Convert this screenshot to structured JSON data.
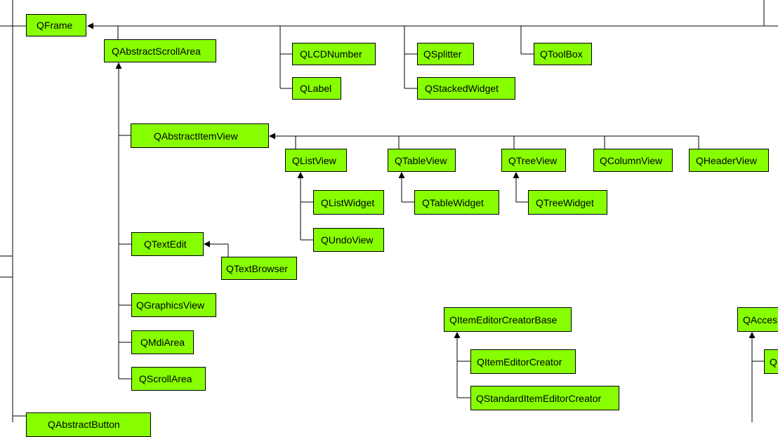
{
  "colors": {
    "node_fill": "#88ff00",
    "border": "#000000",
    "background": "#ffffff"
  },
  "nodes": {
    "qframe": "QFrame",
    "qabstractscrollarea": "QAbstractScrollArea",
    "qlcdnumber": "QLCDNumber",
    "qlabel": "QLabel",
    "qsplitter": "QSplitter",
    "qstackedwidget": "QStackedWidget",
    "qtoolbox": "QToolBox",
    "qabstractitemview": "QAbstractItemView",
    "qlistview": "QListView",
    "qtableview": "QTableView",
    "qtreeview": "QTreeView",
    "qcolumnview": "QColumnView",
    "qheaderview": "QHeaderView",
    "qlistwidget": "QListWidget",
    "qundoview": "QUndoView",
    "qtablewidget": "QTableWidget",
    "qtreewidget": "QTreeWidget",
    "qtextedit": "QTextEdit",
    "qtextbrowser": "QTextBrowser",
    "qgraphicsview": "QGraphicsView",
    "qmdiarea": "QMdiArea",
    "qscrollarea": "QScrollArea",
    "qitemeditorcreatorbase": "QItemEditorCreatorBase",
    "qitemeditorcreator": "QItemEditorCreator",
    "qstandarditemeditorcreator": "QStandardItemEditorCreator",
    "qaccess": "QAcces",
    "qaccess_child": "Q",
    "qabstractbutton": "QAbstractButton"
  },
  "edges": [
    {
      "from": "qabstractscrollarea",
      "to": "qframe"
    },
    {
      "from": "qlcdnumber",
      "to": "qframe"
    },
    {
      "from": "qlabel",
      "to": "qframe"
    },
    {
      "from": "qsplitter",
      "to": "qframe"
    },
    {
      "from": "qstackedwidget",
      "to": "qframe"
    },
    {
      "from": "qtoolbox",
      "to": "qframe"
    },
    {
      "from": "qabstractitemview",
      "to": "qabstractscrollarea"
    },
    {
      "from": "qtextedit",
      "to": "qabstractscrollarea"
    },
    {
      "from": "qgraphicsview",
      "to": "qabstractscrollarea"
    },
    {
      "from": "qmdiarea",
      "to": "qabstractscrollarea"
    },
    {
      "from": "qscrollarea",
      "to": "qabstractscrollarea"
    },
    {
      "from": "qlistview",
      "to": "qabstractitemview"
    },
    {
      "from": "qtableview",
      "to": "qabstractitemview"
    },
    {
      "from": "qtreeview",
      "to": "qabstractitemview"
    },
    {
      "from": "qcolumnview",
      "to": "qabstractitemview"
    },
    {
      "from": "qheaderview",
      "to": "qabstractitemview"
    },
    {
      "from": "qlistwidget",
      "to": "qlistview"
    },
    {
      "from": "qundoview",
      "to": "qlistview"
    },
    {
      "from": "qtablewidget",
      "to": "qtableview"
    },
    {
      "from": "qtreewidget",
      "to": "qtreeview"
    },
    {
      "from": "qtextbrowser",
      "to": "qtextedit"
    },
    {
      "from": "qitemeditorcreator",
      "to": "qitemeditorcreatorbase"
    },
    {
      "from": "qstandarditemeditorcreator",
      "to": "qitemeditorcreatorbase"
    },
    {
      "from": "qaccess_child",
      "to": "qaccess"
    }
  ]
}
